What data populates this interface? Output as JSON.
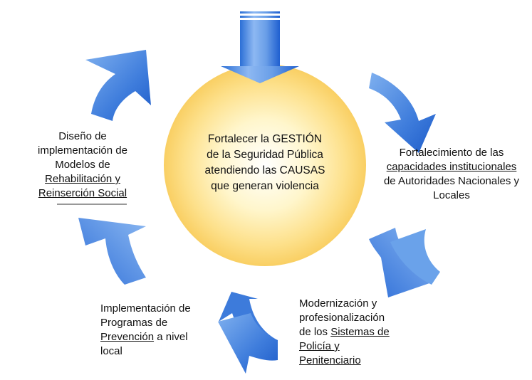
{
  "center": {
    "lines": [
      "Fortalecer la GESTIÓN",
      "de la Seguridad Pública",
      "atendiendo las CAUSAS",
      "que generan violencia"
    ]
  },
  "right": {
    "line1": "Fortalecimiento de las",
    "line2_u": "capacidades institucionales",
    "line3": "de Autoridades Nacionales y",
    "line4": "Locales"
  },
  "bottom_right": {
    "line1": "Modernización y",
    "line2": "profesionalización",
    "line3_a": "de los ",
    "line3_u": "Sistemas de",
    "line4_u": "Policía y",
    "line5_u": "Penitenciario"
  },
  "bottom_left": {
    "line1": "Implementación de",
    "line2": "Programas de",
    "line3_u": "Prevención",
    "line3_b": " a nivel",
    "line4": "local"
  },
  "left": {
    "line1": "Diseño de",
    "line2": "implementación de",
    "line3": "Modelos de",
    "line4_u": "Rehabilitación y",
    "line5_u": "Reinserción Social"
  },
  "colors": {
    "arrow_dark": "#1f5fd0",
    "arrow_light": "#7aaef0",
    "circle_core": "#fff4c2",
    "circle_edge": "#f8c95a"
  }
}
